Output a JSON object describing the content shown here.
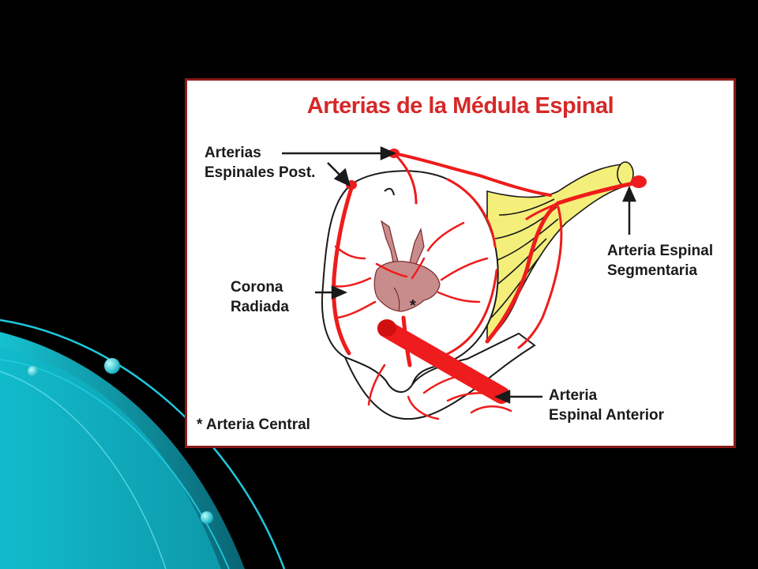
{
  "title": "Arterias de la Médula Espinal",
  "labels": {
    "posterior_spinal": [
      "Arterias",
      "Espinales Post."
    ],
    "corona_radiata": [
      "Corona",
      "Radiada"
    ],
    "segmental": [
      "Arteria Espinal",
      "Segmentaria"
    ],
    "anterior_spinal": [
      "Arteria",
      "Espinal Anterior"
    ],
    "central_legend": "* Arteria Central",
    "central_marker": "*"
  },
  "colors": {
    "artery": "#ee1c1c",
    "nerve": "#f4ef7a",
    "gray_matter": "#c98c8c",
    "frame_border": "#8b1a1a",
    "title": "#d62828",
    "background": "#000000",
    "accent_cyan": "#19c6d6"
  }
}
